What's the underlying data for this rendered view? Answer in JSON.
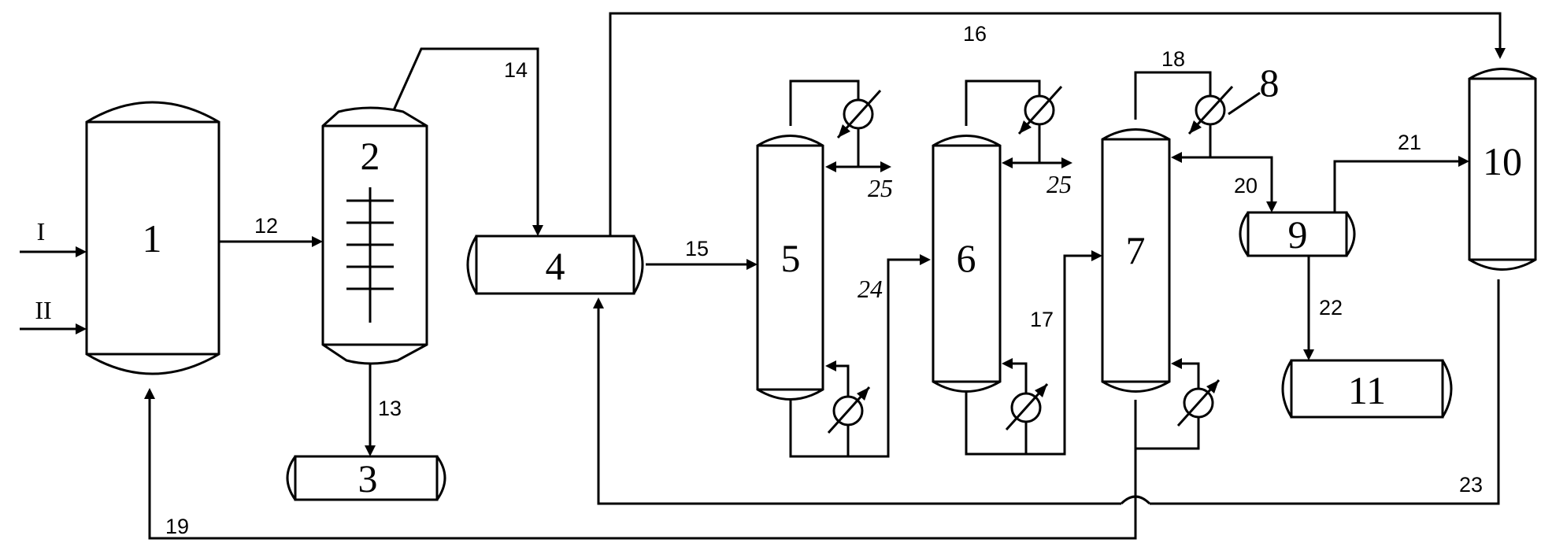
{
  "equipment": {
    "e1": "1",
    "e2": "2",
    "e3": "3",
    "e4": "4",
    "e5": "5",
    "e6": "6",
    "e7": "7",
    "e8": "8",
    "e9": "9",
    "e10": "10",
    "e11": "11"
  },
  "feeds": {
    "f1": "I",
    "f2": "II"
  },
  "streams": {
    "s12": "12",
    "s13": "13",
    "s14": "14",
    "s15": "15",
    "s16": "16",
    "s17": "17",
    "s18": "18",
    "s19": "19",
    "s20": "20",
    "s21": "21",
    "s22": "22",
    "s23": "23",
    "s24": "24",
    "s25a": "25",
    "s25b": "25"
  }
}
